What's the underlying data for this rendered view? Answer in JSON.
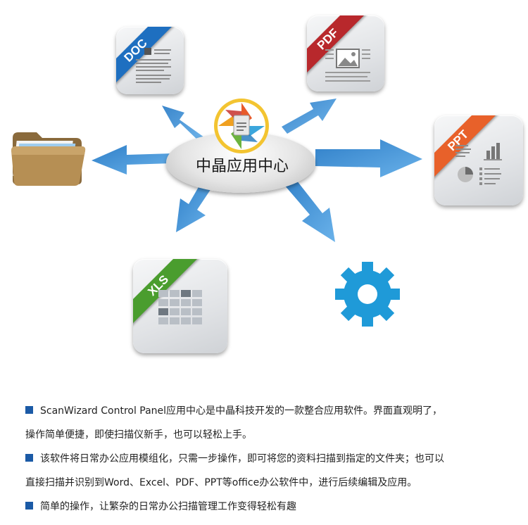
{
  "hub": {
    "label": "中晶应用中心"
  },
  "tiles": {
    "doc": {
      "ribbon": "DOC",
      "ribbon_color": "#1e6fc0"
    },
    "pdf": {
      "ribbon": "PDF",
      "ribbon_color": "#b8282c"
    },
    "ppt": {
      "ribbon": "PPT",
      "ribbon_color": "#e8612a"
    },
    "xls": {
      "ribbon": "XLS",
      "ribbon_color": "#4a9d2e"
    }
  },
  "icons": {
    "folder": "folder-icon",
    "gear": "gear-icon",
    "hub_logo": "app-center-logo-icon"
  },
  "colors": {
    "arrow": "#3d8fd4",
    "gear": "#1f9ad8",
    "bullet": "#1b5aa6"
  },
  "description": {
    "p1_line1": "ScanWizard Control Panel应用中心是中晶科技开发的一款整合应用软件。界面直观明了，",
    "p1_line2": "操作简单便捷，即使扫描仪新手，也可以轻松上手。",
    "p2_line1": "该软件将日常办公应用模组化，只需一步操作，即可将您的资料扫描到指定的文件夹；也可以",
    "p2_line2": "直接扫描并识别到Word、Excel、PDF、PPT等office办公软件中，进行后续编辑及应用。",
    "p3_line1": "简单的操作，让繁杂的日常办公扫描管理工作变得轻松有趣"
  }
}
